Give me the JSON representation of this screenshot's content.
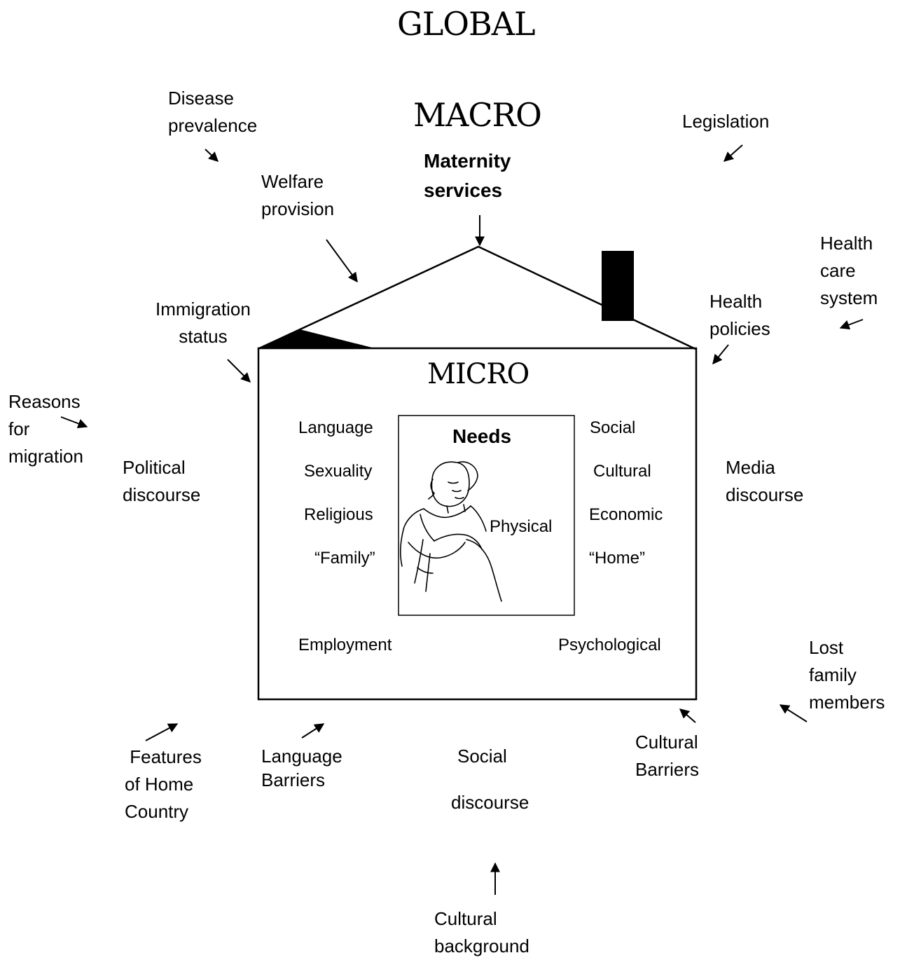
{
  "levels": {
    "global": "GLOBAL",
    "macro": "MACRO",
    "micro": "MICRO"
  },
  "macro_center": "Maternity\nservices",
  "outer_factors": {
    "disease_prevalence": "Disease\nprevalence",
    "legislation": "Legislation",
    "welfare_provision": "Welfare\nprovision",
    "health_care_system": "Health\ncare\nsystem",
    "health_policies": "Health\npolicies",
    "immigration_status": "Immigration\nstatus",
    "reasons_for_migration": "Reasons\nfor\nmigration",
    "political_discourse": "Political\ndiscourse",
    "media_discourse": "Media\ndiscourse",
    "lost_family_members": "Lost\nfamily\nmembers",
    "features_of_home_country": " Features\nof Home\nCountry",
    "language_barriers": "Language\nBarriers",
    "social_discourse_1": "Social",
    "social_discourse_2": "discourse",
    "cultural_barriers": "Cultural\nBarriers",
    "cultural_background": "Cultural\nbackground"
  },
  "micro_left": [
    "Language",
    "Sexuality",
    "Religious",
    "“Family”"
  ],
  "micro_right": [
    "Social",
    "Cultural",
    "Economic",
    "“Home”"
  ],
  "micro_bottom": {
    "employment": "Employment",
    "psychological": "Psychological"
  },
  "needs": {
    "title": "Needs",
    "physical": "Physical"
  },
  "colors": {
    "ink": "#000000",
    "background": "#ffffff"
  }
}
